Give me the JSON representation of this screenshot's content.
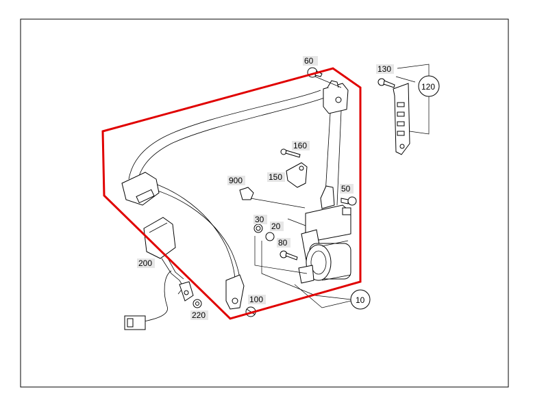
{
  "diagram": {
    "highlight_color": "#e00000",
    "callouts": [
      {
        "id": "60",
        "text": "60"
      },
      {
        "id": "130",
        "text": "130"
      },
      {
        "id": "120",
        "text": "120"
      },
      {
        "id": "160",
        "text": "160"
      },
      {
        "id": "150",
        "text": "150"
      },
      {
        "id": "900",
        "text": "900"
      },
      {
        "id": "50",
        "text": "50"
      },
      {
        "id": "30",
        "text": "30"
      },
      {
        "id": "20",
        "text": "20"
      },
      {
        "id": "80",
        "text": "80"
      },
      {
        "id": "200",
        "text": "200"
      },
      {
        "id": "100",
        "text": "100"
      },
      {
        "id": "220",
        "text": "220"
      },
      {
        "id": "10",
        "text": "10"
      }
    ]
  }
}
